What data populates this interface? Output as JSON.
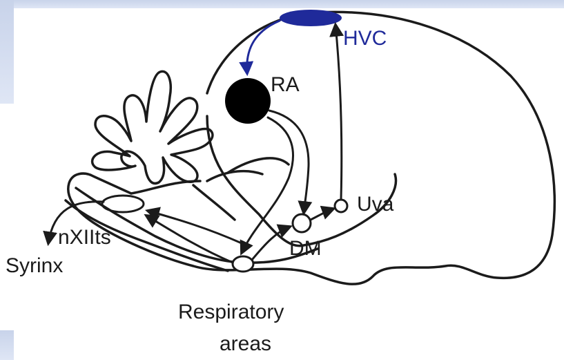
{
  "labels": {
    "hvc": "HVC",
    "ra": "RA",
    "uva": "Uva",
    "dm": "DM",
    "nxiits": "nXIIts",
    "syrinx": "Syrinx",
    "respiratory_line1": "Respiratory",
    "respiratory_line2": "areas"
  },
  "colors": {
    "hvc": "#1f2a9a",
    "outline": "#1b1b1b",
    "edge_tint": "#c8d3ea"
  }
}
